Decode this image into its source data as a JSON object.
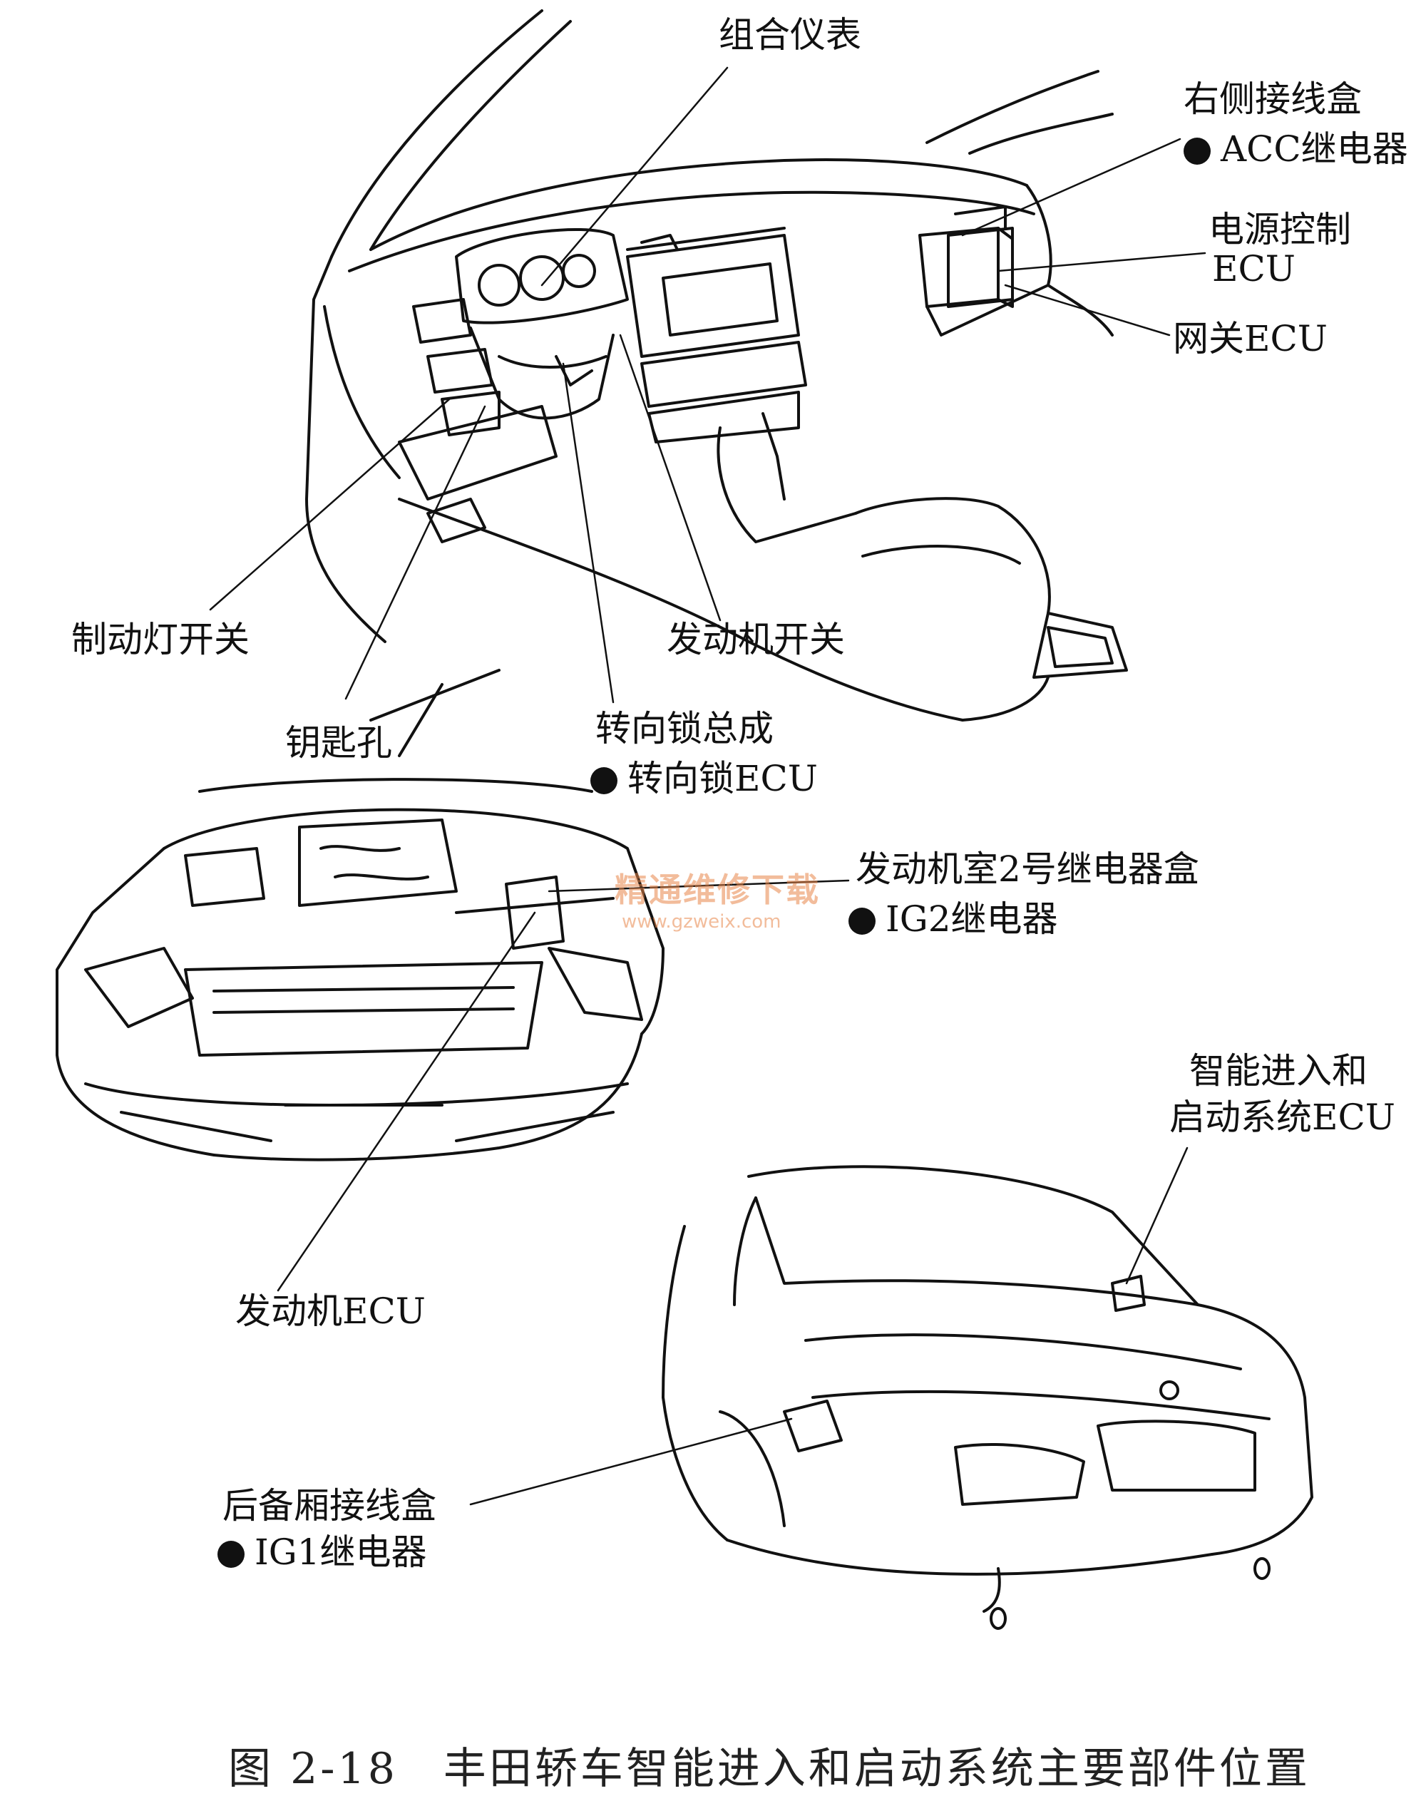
{
  "labels": {
    "cluster": "组合仪表",
    "rj_box": "右侧接线盒",
    "acc_relay": "ACC继电器",
    "power_ecu": "电源控制",
    "power_ecu2": "ECU",
    "gateway_ecu": "网关ECU",
    "stop_switch": "制动灯开关",
    "engine_switch": "发动机开关",
    "key_slot": "钥匙孔",
    "steering_lock": "转向锁总成",
    "steering_lock_ecu": "转向锁ECU",
    "engine_room_box": "发动机室2号继电器盒",
    "ig2_relay": "IG2继电器",
    "smart_ecu": "智能进入和",
    "smart_ecu2": "启动系统ECU",
    "engine_ecu": "发动机ECU",
    "trunk_box": "后备厢接线盒",
    "ig1_relay": "IG1继电器"
  },
  "caption": "图 2-18　丰田轿车智能进入和启动系统主要部件位置",
  "watermark": {
    "line1": "精通维修下载",
    "line2": "www.gzweix.com"
  },
  "colors": {
    "ink": "#111111",
    "watermark": "#e8874a"
  }
}
